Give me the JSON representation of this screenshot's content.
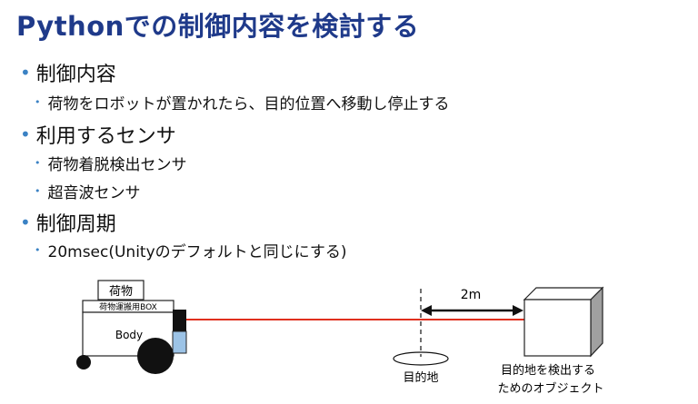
{
  "slide": {
    "title": "Pythonでの制御内容を検討する",
    "bullets": [
      {
        "level": 1,
        "text": "制御内容"
      },
      {
        "level": 2,
        "text": "荷物をロボットが置かれたら、目的位置へ移動し停止する"
      },
      {
        "level": 1,
        "text": "利用するセンサ"
      },
      {
        "level": 2,
        "text": "荷物着脱検出センサ"
      },
      {
        "level": 2,
        "text": "超音波センサ"
      },
      {
        "level": 1,
        "text": "制御周期"
      },
      {
        "level": 2,
        "text": "20msec(Unityのデフォルトと同じにする)"
      }
    ]
  },
  "diagram": {
    "cargo_label": "荷物",
    "box_label": "荷物運搬用BOX",
    "body_label": "Body",
    "distance_label": "2m",
    "target_label": "目的地",
    "object_label_line1": "目的地を検出する",
    "object_label_line2": "ためのオブジェクト",
    "colors": {
      "beam": "#e0301e",
      "accent": "#3b82c4",
      "title": "#1f3a8a",
      "sensor": "#9cc3e6"
    }
  }
}
